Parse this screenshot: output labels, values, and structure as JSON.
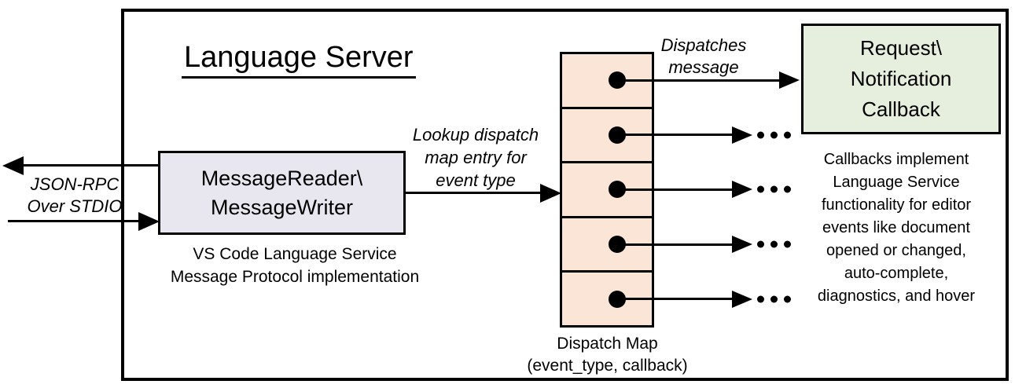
{
  "title": "Language Server",
  "io_channel": {
    "label_line1": "JSON-RPC",
    "label_line2": "Over STDIO"
  },
  "reader_box": {
    "line1": "MessageReader\\",
    "line2": "MessageWriter",
    "caption_line1": "VS Code Language Service",
    "caption_line2": "Message Protocol implementation"
  },
  "lookup_label": {
    "line1": "Lookup dispatch",
    "line2": "map entry for",
    "line3": "event type"
  },
  "dispatch_label": {
    "line1": "Dispatches",
    "line2": "message"
  },
  "callback_box": {
    "line1": "Request\\",
    "line2": "Notification",
    "line3": "Callback"
  },
  "dispatch_map": {
    "caption_line1": "Dispatch Map",
    "caption_line2": "(event_type, callback)",
    "cell_count": 5
  },
  "note": {
    "lines": [
      "Callbacks implement",
      "Language Service",
      "functionality for editor",
      "events like document",
      "opened or changed,",
      "auto-complete,",
      "diagnostics, and hover"
    ]
  },
  "ellipsis": "...",
  "colors": {
    "stroke": "#000000",
    "reader_box_fill": "#E8E7F0",
    "dispatch_map_fill": "#FBE5D6",
    "callback_box_fill": "#E6EFDE",
    "background": "#FFFFFF"
  }
}
